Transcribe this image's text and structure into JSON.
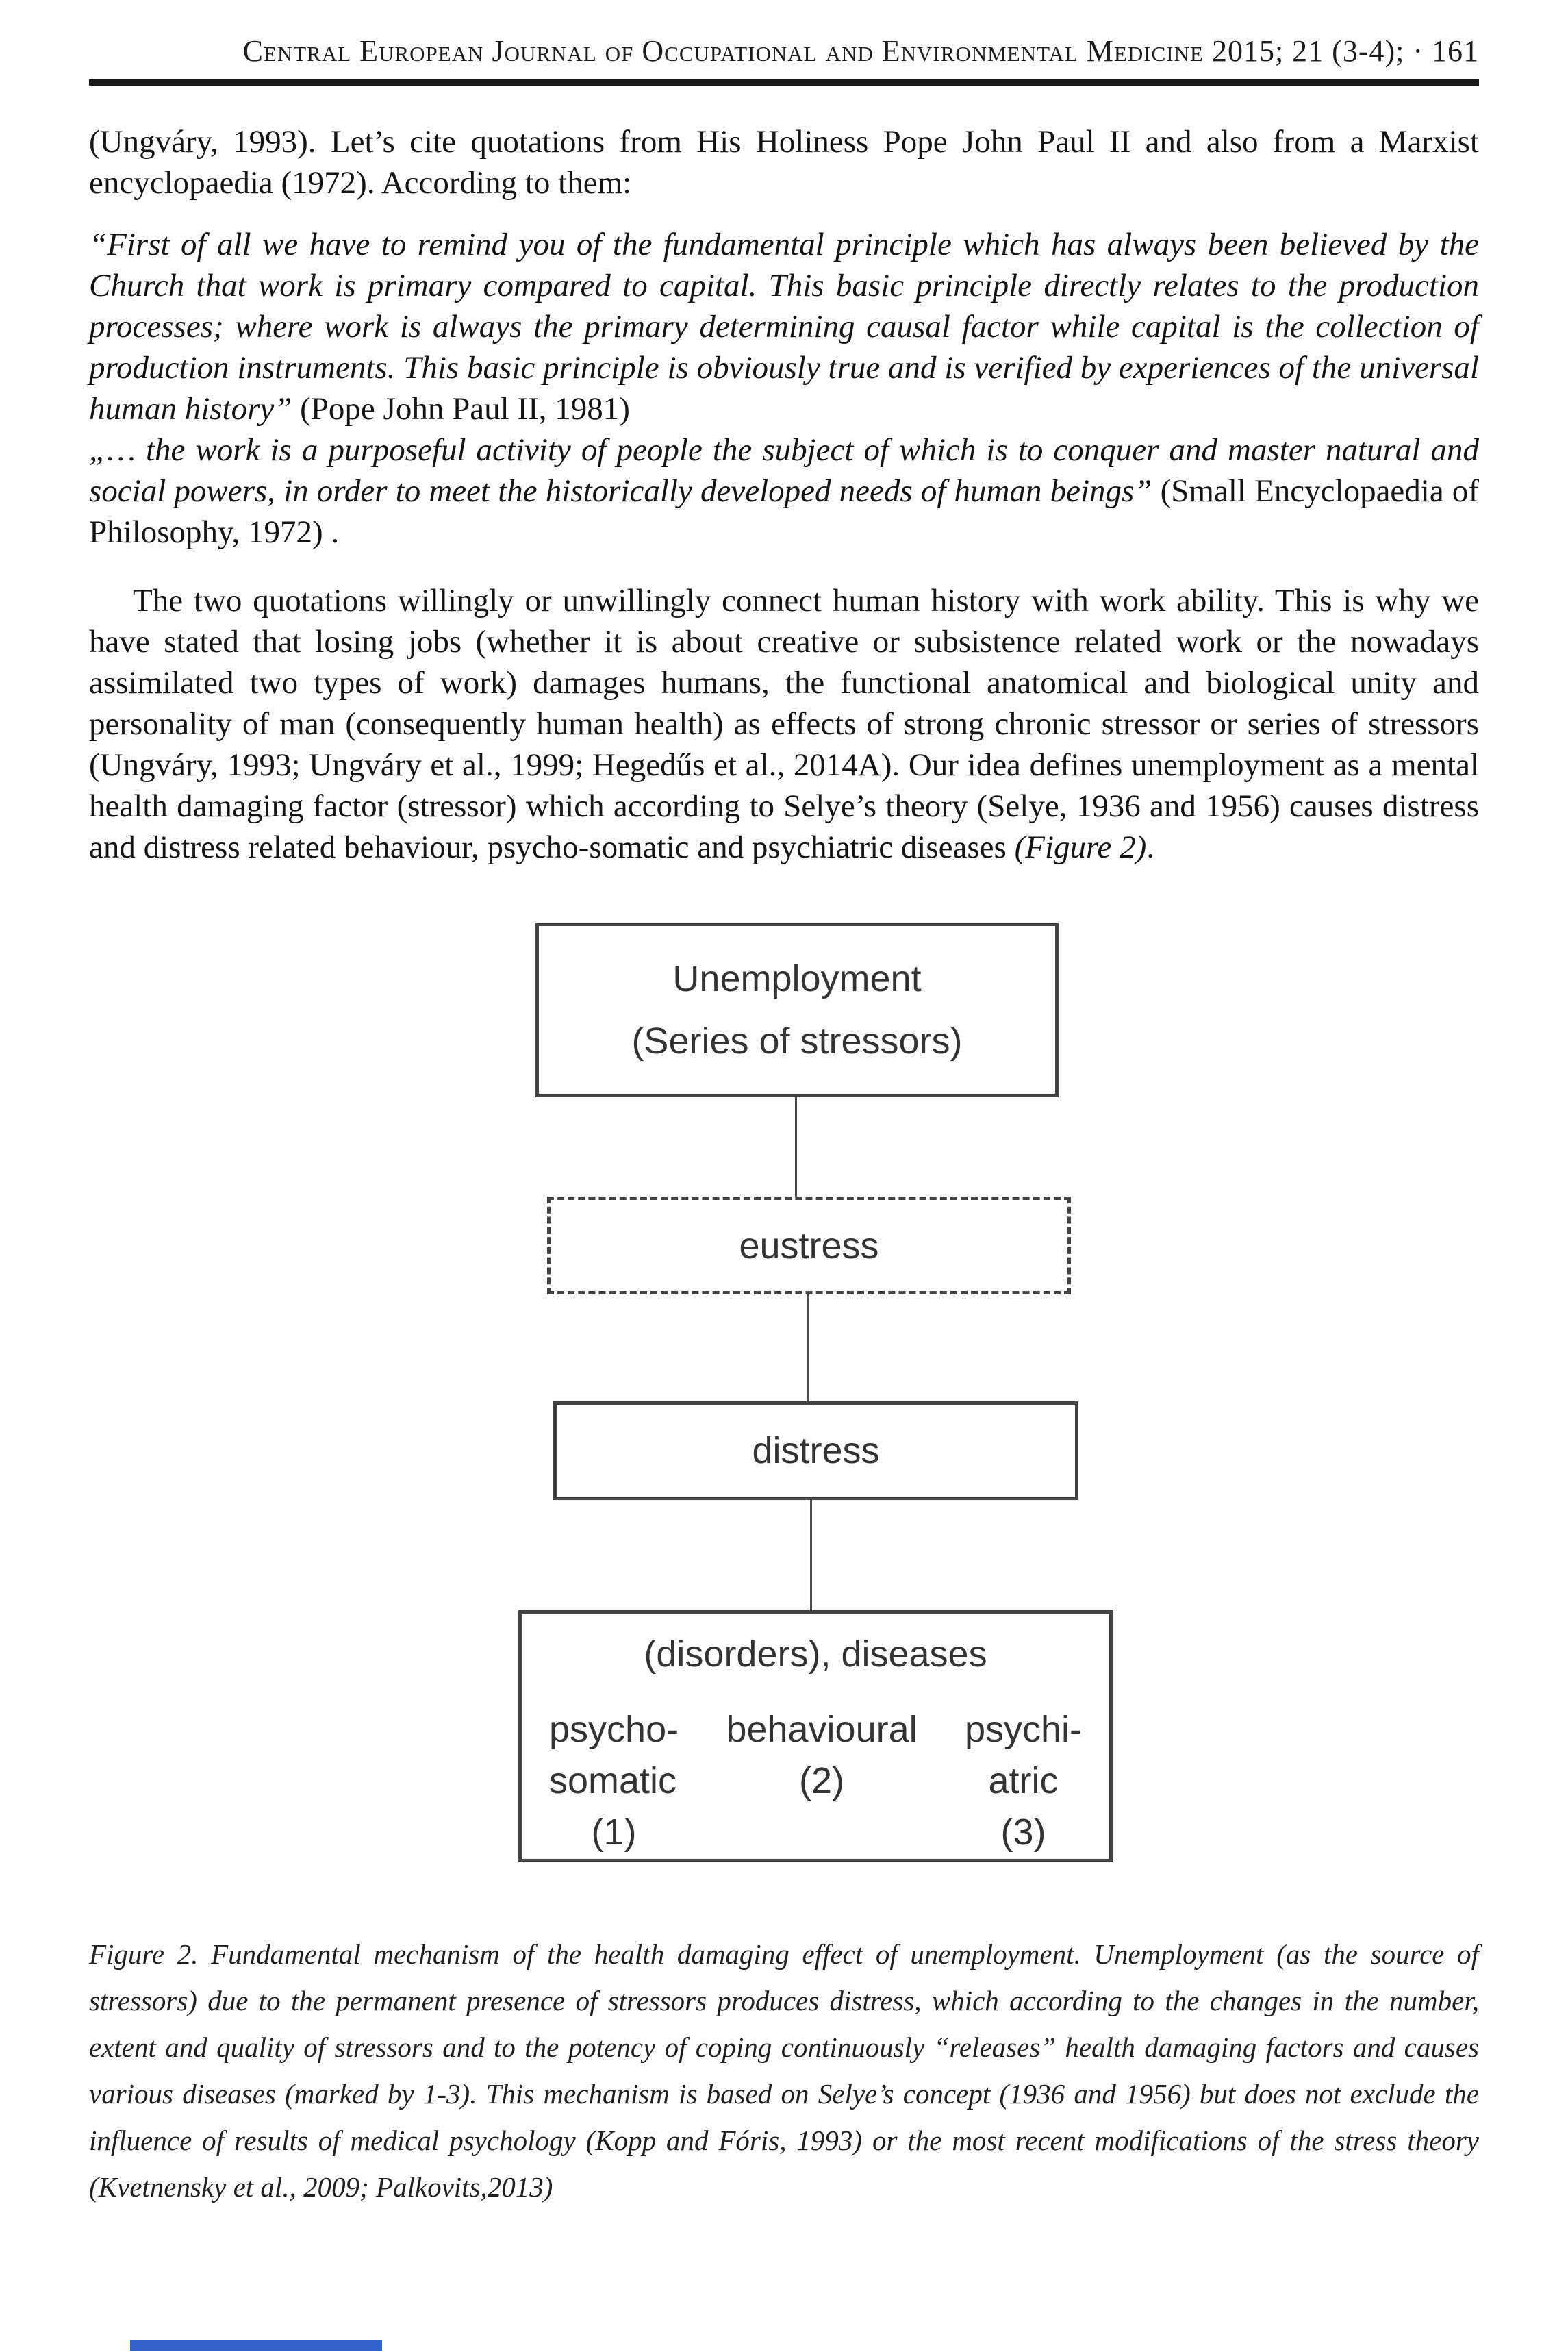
{
  "header": {
    "journal_line": "Central European Journal of Occupational and Environmental Medicine 2015; 21 (3-4); · 161"
  },
  "body": {
    "para1": "(Ungváry, 1993). Let’s cite quotations from His Holiness Pope John Paul II and also from a Marxist encyclopaedia (1972). According to them:",
    "quote1_text": "“First of all we have to remind you of the fundamental principle which has always been believed by the Church that work is primary compared to capital. This basic principle directly relates to the production processes; where work is always the primary determining causal factor while capital is the collection of production instruments. This basic principle is obviously true and is verified by experiences of the universal human history”",
    "quote1_attrib": " (Pope John Paul II, 1981)",
    "quote2_text": "„… the work is a purposeful activity of people the subject of which is to conquer and master natural and social powers, in order to meet the historically developed needs of human beings”",
    "quote2_attrib": " (Small Encyclopaedia of Philosophy, 1972) .",
    "para2_before": "The two quotations willingly or unwillingly connect human history with work ability. This is why we have stated that losing jobs (whether it is about creative or subsistence related work or the nowadays assimilated two types of work) damages humans, the functional anatomical and biological unity and personality of man (consequently human health) as effects of strong chronic stressor or series of stressors (Ungváry, 1993; Ungváry et al., 1999; Hegedűs et al., 2014A). Our idea defines unemployment as a mental health damaging factor (stressor) which according to Selye’s theory (Selye, 1936 and 1956) causes distress and distress related behaviour, psycho-somatic and psychiatric diseases ",
    "para2_figref": "(Figure 2)",
    "para2_after": "."
  },
  "figure": {
    "unemployment_box": {
      "line1": "Unemployment",
      "line2": "(Series of stressors)"
    },
    "eustress_box": "eustress",
    "distress_box": "distress",
    "disorders_box": {
      "title": "(disorders), diseases",
      "columns": [
        {
          "lines": [
            "psycho-",
            "somatic",
            "(1)"
          ]
        },
        {
          "lines": [
            "behavioural",
            "(2)"
          ]
        },
        {
          "lines": [
            "psychi-",
            "atric",
            "(3)"
          ]
        }
      ]
    }
  },
  "caption": "Figure 2. Fundamental mechanism of the health damaging effect of unemployment. Unemployment (as the source of stressors) due to the permanent presence of stressors produces distress, which according to the changes in the number, extent and quality of stressors and to the potency of coping continuously “releases” health damaging factors and causes various diseases (marked by 1-3). This mechanism is based on Selye’s concept (1936 and 1956) but does not exclude the influence of results of medical psychology (Kopp and Fóris, 1993) or the most recent modifications of the stress theory (Kvetnensky et al., 2009; Palkovits,2013)",
  "colors": {
    "rule": "#1a1a1a",
    "box_border": "#424242",
    "figure_text": "#333333",
    "bottom_bar": "#3263c8"
  }
}
